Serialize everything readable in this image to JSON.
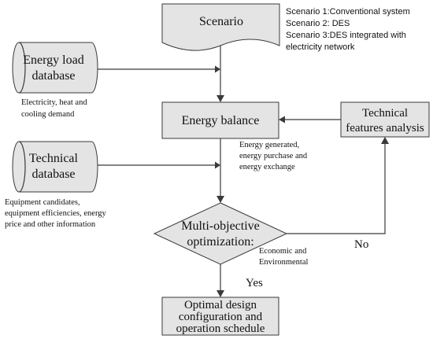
{
  "scenario": {
    "label": "Scenario",
    "notes": [
      "Scenario 1:Conventional system",
      "Scenario 2: DES",
      "Scenario 3:DES integrated with",
      "electricity network"
    ]
  },
  "energy_load_db": {
    "label_lines": [
      "Energy load",
      "database"
    ],
    "caption_lines": [
      "Electricity,  heat and",
      "cooling demand"
    ]
  },
  "technical_db": {
    "label_lines": [
      "Technical",
      "database"
    ],
    "caption_lines": [
      "Equipment candidates,",
      "equipment efficiencies, energy",
      "price and other information"
    ]
  },
  "energy_balance": {
    "label": "Energy balance",
    "caption_lines": [
      "Energy generated,",
      "energy purchase and",
      "energy exchange"
    ]
  },
  "technical_features": {
    "label_lines": [
      "Technical",
      "features analysis"
    ]
  },
  "optimization": {
    "label_lines": [
      "Multi-objective",
      "optimization:"
    ],
    "caption_lines": [
      "Economic and",
      "Environmental"
    ]
  },
  "optimal_design": {
    "label_lines": [
      "Optimal design",
      "configuration and",
      "operation schedule"
    ]
  },
  "edges": {
    "yes": "Yes",
    "no": "No"
  }
}
